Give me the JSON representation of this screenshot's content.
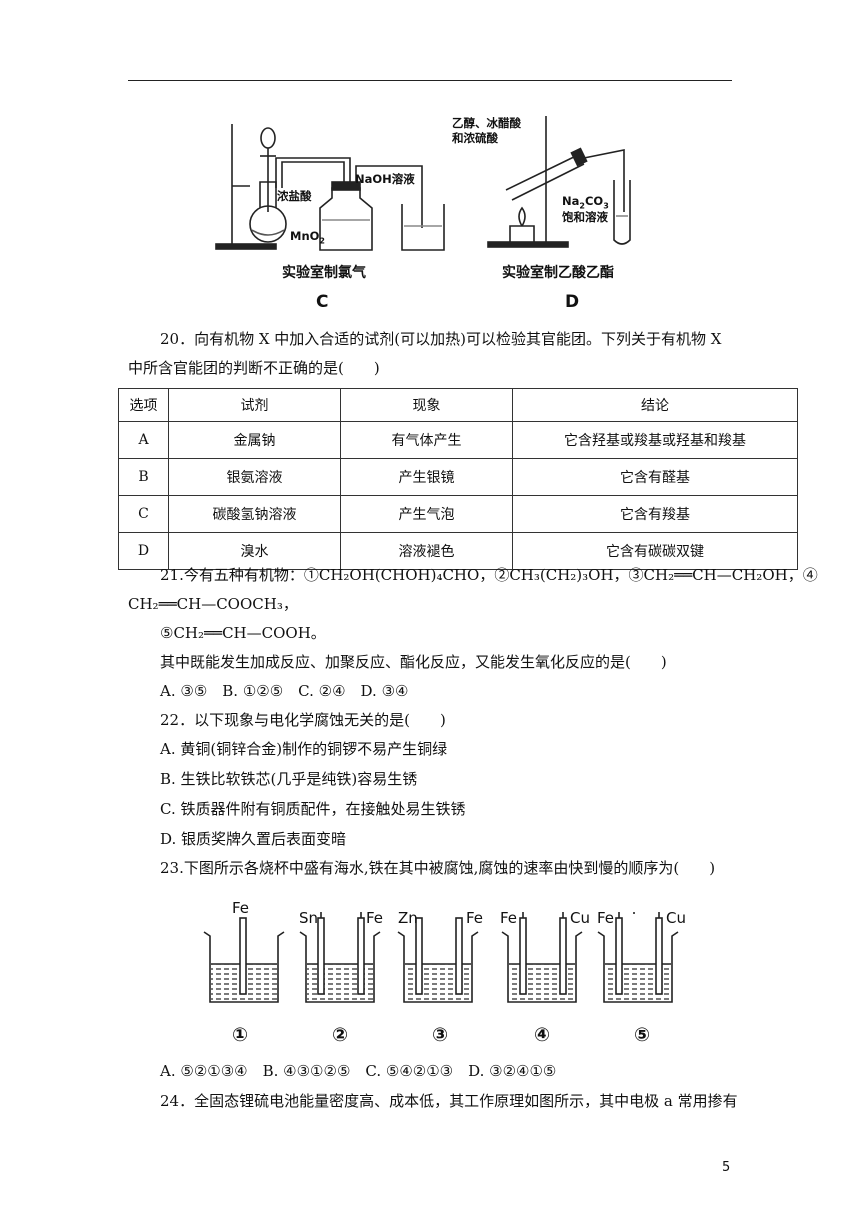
{
  "figures": {
    "apparatus_c": {
      "caption": "实验室制氯气",
      "letter": "C",
      "label_hcl": "浓盐酸",
      "label_mno2": "MnO",
      "label_mno2_sub": "2",
      "label_naoh": "NaOH溶液"
    },
    "apparatus_d": {
      "caption": "实验室制乙酸乙酯",
      "letter": "D",
      "label_reagents_1": "乙醇、冰醋酸",
      "label_reagents_2": "和浓硫酸",
      "label_na2co3_a": "Na",
      "label_na2co3_sub1": "2",
      "label_na2co3_b": "CO",
      "label_na2co3_sub2": "3",
      "label_na2co3_2": "饱和溶液"
    }
  },
  "q20": {
    "line1": "20．向有机物 X 中加入合适的试剂(可以加热)可以检验其官能团。下列关于有机物 X",
    "line2": "中所含官能团的判断不正确的是(　　)",
    "headers": [
      "选项",
      "试剂",
      "现象",
      "结论"
    ],
    "rows": [
      [
        "A",
        "金属钠",
        "有气体产生",
        "它含羟基或羧基或羟基和羧基"
      ],
      [
        "B",
        "银氨溶液",
        "产生银镜",
        "它含有醛基"
      ],
      [
        "C",
        "碳酸氢钠溶液",
        "产生气泡",
        "它含有羧基"
      ],
      [
        "D",
        "溴水",
        "溶液褪色",
        "它含有碳碳双键"
      ]
    ]
  },
  "q21": {
    "line1": "21.今有五种有机物：①CH₂OH(CHOH)₄CHO，②CH₃(CH₂)₃OH，③CH₂══CH—CH₂OH，④",
    "line2": "CH₂══CH—COOCH₃，",
    "line3": "⑤CH₂══CH—COOH。",
    "line4": "其中既能发生加成反应、加聚反应、酯化反应，又能发生氧化反应的是(　　)",
    "options": "A. ③⑤　B. ①②⑤　C. ②④　D. ③④"
  },
  "q22": {
    "stem": "22．以下现象与电化学腐蚀无关的是(　　)",
    "a": "A. 黄铜(铜锌合金)制作的铜锣不易产生铜绿",
    "b": "B. 生铁比软铁芯(几乎是纯铁)容易生锈",
    "c": "C. 铁质器件附有铜质配件，在接触处易生铁锈",
    "d": "D. 银质奖牌久置后表面变暗"
  },
  "q23": {
    "stem": "23.下图所示各烧杯中盛有海水,铁在其中被腐蚀,腐蚀的速率由快到慢的顺序为(　　)",
    "beakers": [
      {
        "left": "Fe",
        "right": "",
        "num": "①"
      },
      {
        "left": "Sn",
        "right": "Fe",
        "num": "②"
      },
      {
        "left": "Zn",
        "right": "Fe",
        "num": "③"
      },
      {
        "left": "Fe",
        "right": "Cu",
        "num": "④"
      },
      {
        "left": "Fe",
        "right": "Cu",
        "num": "⑤"
      }
    ],
    "options": "A. ⑤②①③④　B. ④③①②⑤　C. ⑤④②①③　D. ③②④①⑤"
  },
  "q24": {
    "line1": "24．全固态锂硫电池能量密度高、成本低，其工作原理如图所示，其中电极 a 常用掺有"
  },
  "page_number": "5"
}
